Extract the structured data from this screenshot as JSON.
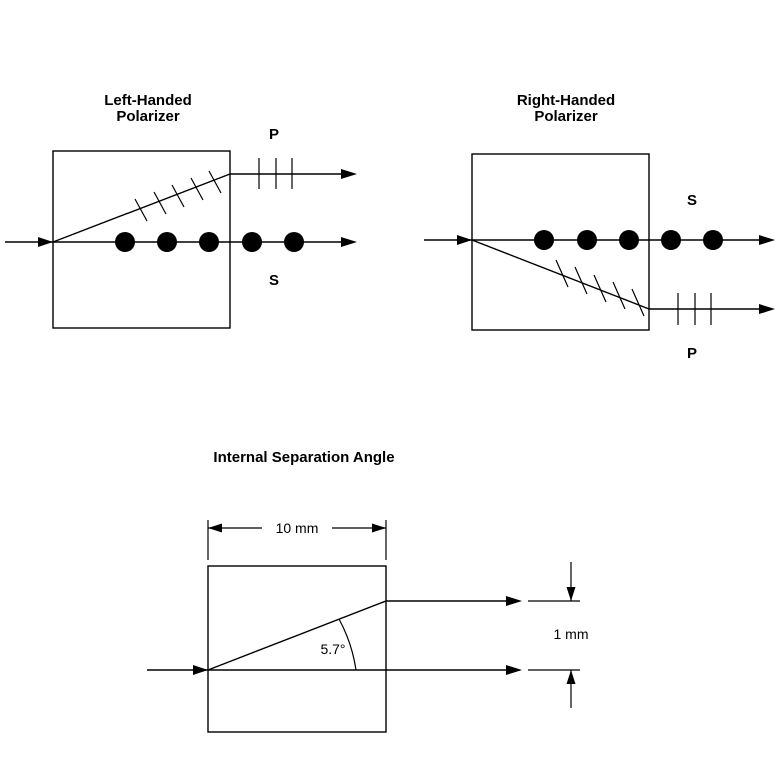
{
  "left_polarizer": {
    "title_line1": "Left-Handed",
    "title_line2": "Polarizer",
    "p_label": "P",
    "s_label": "S"
  },
  "right_polarizer": {
    "title_line1": "Right-Handed",
    "title_line2": "Polarizer",
    "p_label": "P",
    "s_label": "S"
  },
  "separation": {
    "title": "Internal Separation Angle",
    "width_label": "10 mm",
    "offset_label": "1 mm",
    "angle_label": "5.7°"
  }
}
